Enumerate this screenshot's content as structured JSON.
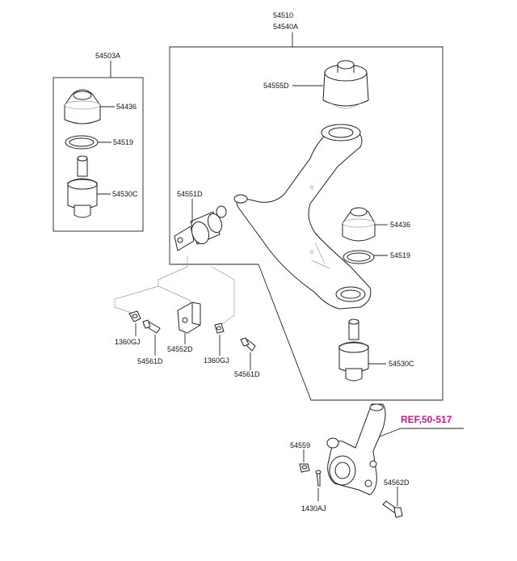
{
  "labels": {
    "arm_assy": "54510",
    "arm_assy_alt": "54540A",
    "ball_joint_kit": "54503A",
    "dust_cover_left": "54436",
    "ring_left": "54519",
    "ball_joint_left": "54530C",
    "rear_bushing": "54555D",
    "front_bushing": "54551D",
    "dust_cover_right": "54436",
    "ring_right": "54519",
    "ball_joint_right": "54530C",
    "nut_left": "1360GJ",
    "bolt_left": "54561D",
    "bracket": "54552D",
    "nut_mid": "1360GJ",
    "bolt_mid": "54561D",
    "knuckle_ref": "REF,50-517",
    "knuckle_nut": "54559",
    "cotter_pin": "1430AJ",
    "knuckle_bolt": "54562D"
  }
}
